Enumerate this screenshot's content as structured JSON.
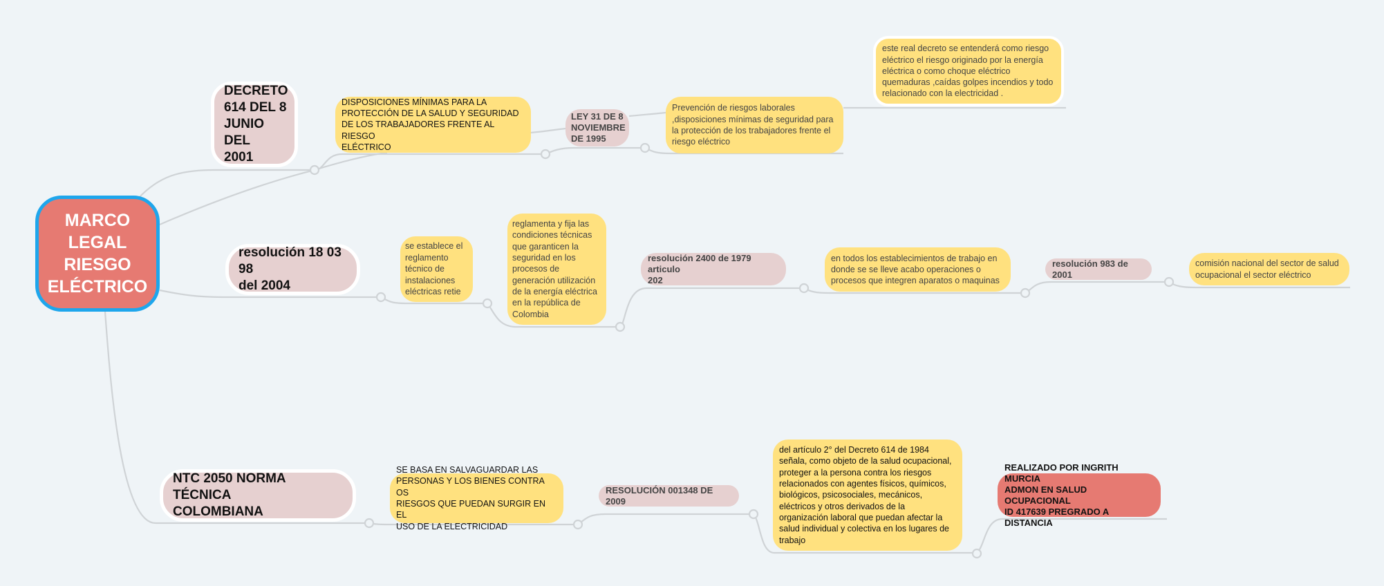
{
  "map": {
    "title": "MARCO\nLEGAL\nRIESGO\nELÉCTRICO",
    "colors": {
      "background": "#eff4f7",
      "central_fill": "#e67a72",
      "central_border": "#1ea6ec",
      "topic_fill": "#e6d0d0",
      "note_fill": "#ffe17f",
      "credit_fill": "#e67a72",
      "connector": "#cfd3d6"
    },
    "branches": [
      {
        "topic": "DECRETO\n614 DEL 8\nJUNIO DEL\n2001",
        "children": [
          {
            "text": "DISPOSICIONES  MÍNIMAS PARA LA\nPROTECCIÓN DE LA SALUD Y SEGURIDAD\nDE LOS TRABAJADORES FRENTE AL RIESGO\nELÉCTRICO"
          },
          {
            "text": "LEY 31 DE 8\nNOVIEMBRE\nDE 1995"
          },
          {
            "text": "Prevención de riesgos laborales\n,disposiciones mínimas de seguridad para\nla protección de los trabajadores frente el\nriesgo eléctrico"
          },
          {
            "text": "este real decreto se entenderá como riesgo\neléctrico el riesgo originado por la energía\neléctrica o como choque  eléctrico\nquemaduras ,caídas golpes incendios y todo\nrelacionado con la electricidad ."
          }
        ]
      },
      {
        "topic": "resolución 18 03 98\ndel 2004",
        "children": [
          {
            "text": "se  establece el\nreglamento\ntécnico de\ninstalaciones\neléctricas retie"
          },
          {
            "text": "reglamenta y fija las\ncondiciones técnicas\nque garanticen la\nseguridad en los\nprocesos de\ngeneración utilización\nde la energía eléctrica\nen la república de\nColombia"
          },
          {
            "text": "resolución 2400 de 1979 articulo\n202"
          },
          {
            "text": "en todos los establecimientos de trabajo en\ndonde se se lleve acabo operaciones o\nprocesos que integren aparatos o maquinas"
          },
          {
            "text": "resolución 983 de 2001"
          },
          {
            "text": "comisión nacional del sector de salud\nocupacional el sector eléctrico"
          }
        ]
      },
      {
        "topic": "NTC 2050 NORMA TÉCNICA\nCOLOMBIANA",
        "children": [
          {
            "text": "SE BASA EN SALVAGUARDAR LAS\nPERSONAS  Y LOS BIENES CONTRA OS\nRIESGOS QUE PUEDAN   SURGIR EN EL\nUSO DE LA ELECTRICIDAD"
          },
          {
            "text": "RESOLUCIÓN 001348 DE 2009"
          },
          {
            "text": "del artículo 2° del Decreto 614 de 1984\nseñala, como objeto de la salud ocupacional,\nproteger a la persona contra los riesgos\nrelacionados con agentes físicos, químicos,\nbiológicos, psicosociales, mecánicos,\neléctricos y otros derivados de la\norganización laboral que puedan afectar la\nsalud individual y colectiva en los lugares de\ntrabajo"
          },
          {
            "text": "REALIZADO POR INGRITH MURCIA\nADMON EN SALUD OCUPACIONAL\nID 417639 PREGRADO A DISTANCIA"
          }
        ]
      }
    ]
  }
}
